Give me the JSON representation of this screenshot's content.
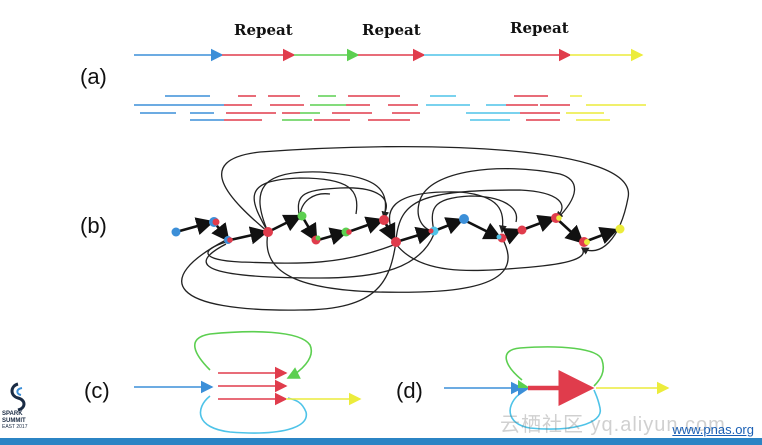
{
  "panels": {
    "a": {
      "label": "(a)",
      "repeat_labels": [
        "Repeat",
        "Repeat",
        "Repeat"
      ]
    },
    "b": {
      "label": "(b)"
    },
    "c": {
      "label": "(c)"
    },
    "d": {
      "label": "(d)"
    }
  },
  "colors": {
    "blue": "#3c8fd8",
    "red": "#e03c4c",
    "green": "#5ccf50",
    "cyan": "#4ec3e8",
    "yellow": "#ecec3c",
    "black": "#111111"
  },
  "footer": {
    "source_link": "www.pnas.org",
    "watermark": "云栖社区 yq.aliyun.com"
  },
  "logo": {
    "line1": "SPARK",
    "line2": "SUMMIT",
    "line3": "EAST 2017"
  }
}
